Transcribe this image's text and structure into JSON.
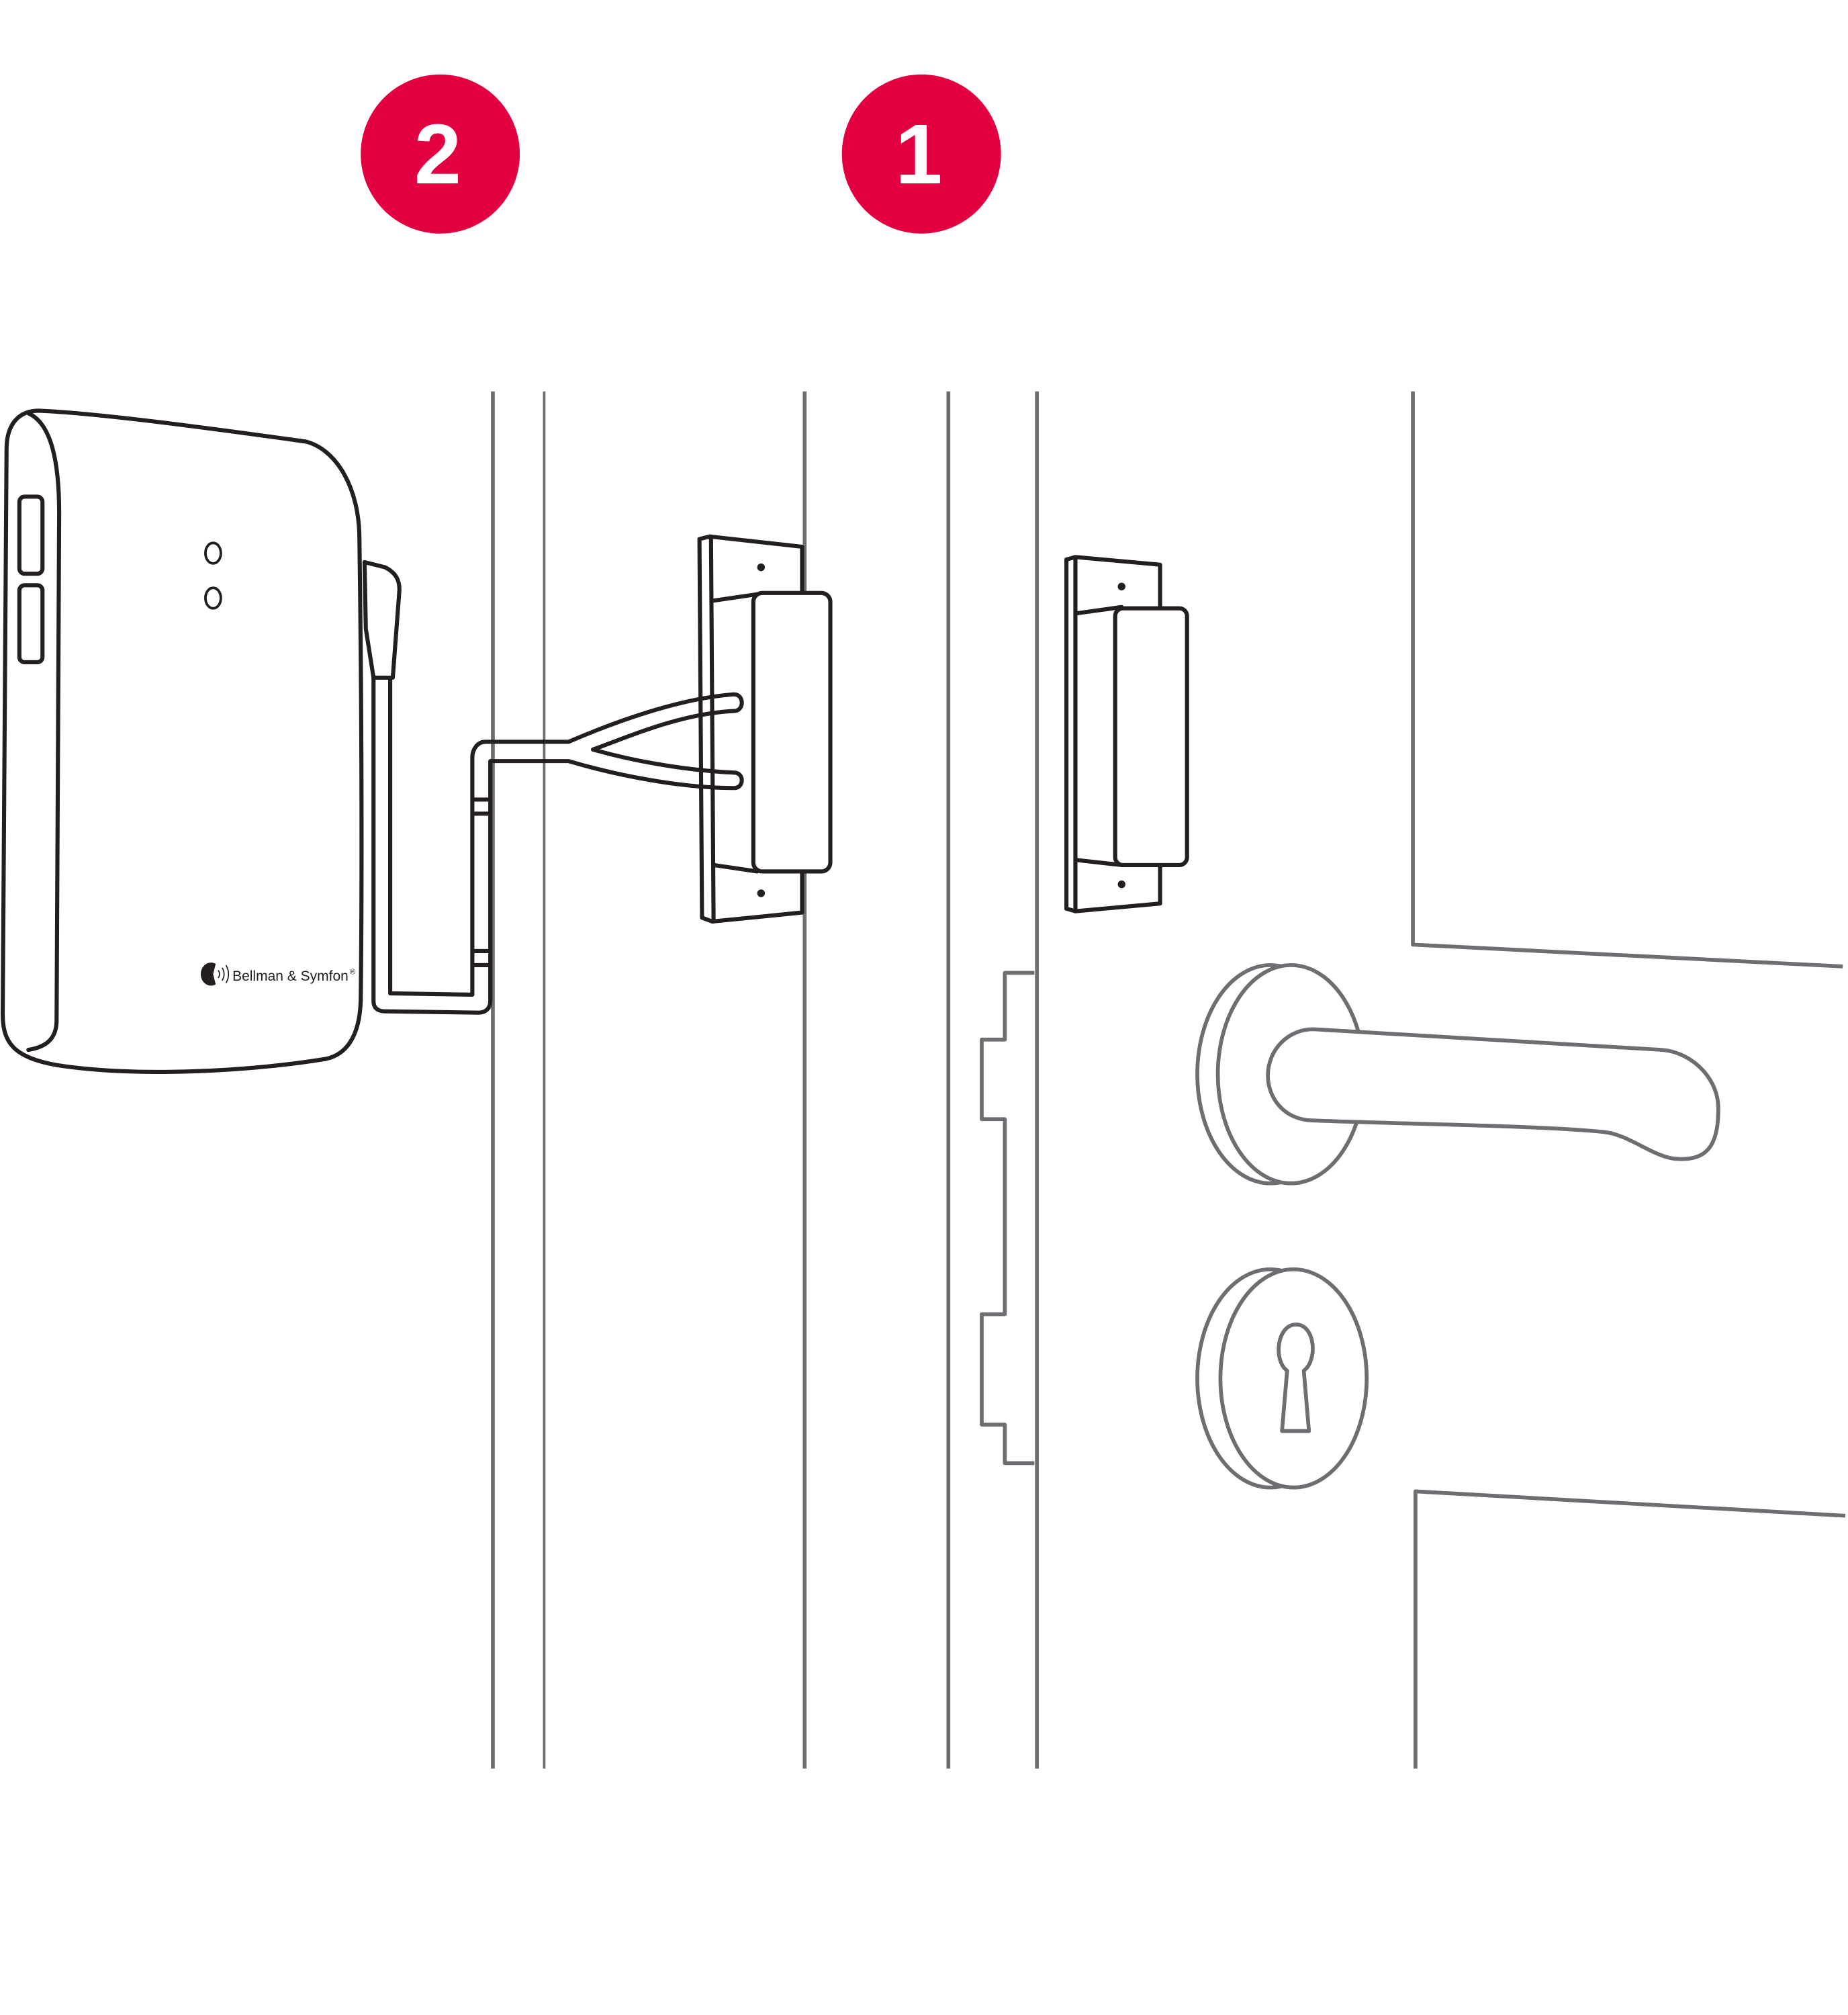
{
  "steps": [
    {
      "number": "2",
      "target": "transmitter"
    },
    {
      "number": "1",
      "target": "magnet"
    }
  ],
  "device": {
    "brand": "Bellman & Symfon",
    "registered": "®"
  },
  "colors": {
    "badge": "#e30040",
    "device_stroke": "#231f20",
    "door_stroke": "#6d6e71"
  }
}
